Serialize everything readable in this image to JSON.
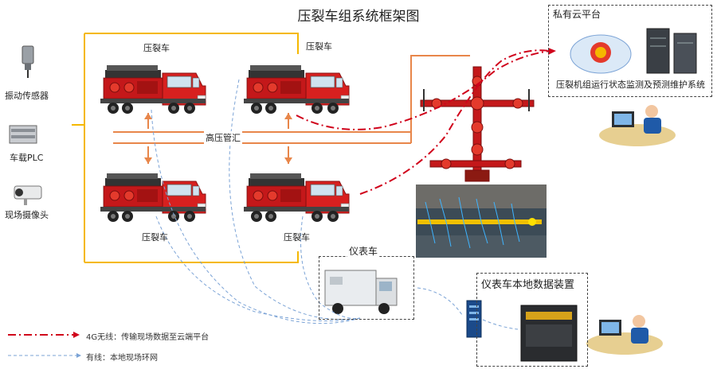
{
  "title": "压裂车组系统框架图",
  "sensors": {
    "vibration": "振动传感器",
    "plc": "车载PLC",
    "camera": "现场摄像头"
  },
  "trucks": {
    "top_left": "压裂车",
    "top_right": "压裂车",
    "bottom_left": "压裂车",
    "bottom_right": "压裂车"
  },
  "manifold": "高压管汇",
  "cloud": {
    "title": "私有云平台",
    "system": "压裂机组运行状态监测及预测维护系统"
  },
  "instrument_truck": "仪表车",
  "local_device": "仪表车本地数据装置",
  "legend": {
    "wireless": "4G无线：传输现场数据至云端平台",
    "wired": "有线：本地现场环网"
  },
  "colors": {
    "frame": "#f5b800",
    "manifold": "#e8864a",
    "wireless": "#d0021b",
    "wired": "#7ba3d6",
    "truck_red": "#d8201f"
  }
}
